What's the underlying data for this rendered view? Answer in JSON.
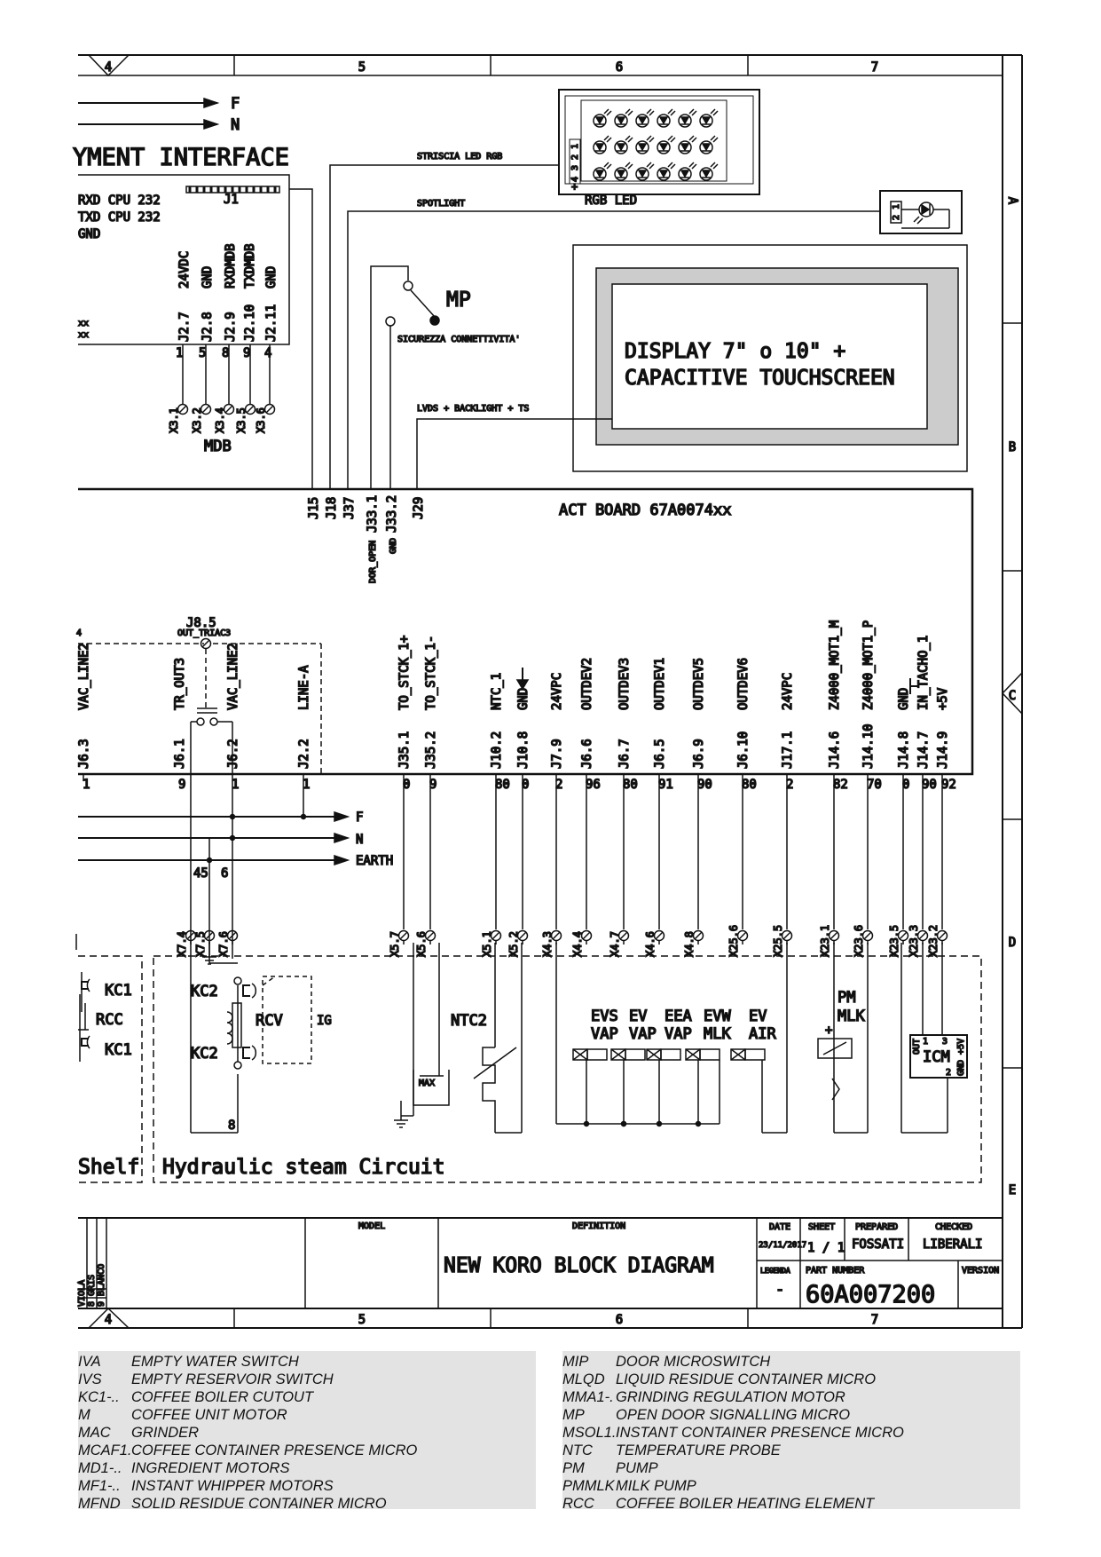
{
  "frame": {
    "cols": [
      "4",
      "5",
      "6",
      "7"
    ],
    "rows": [
      "A",
      "B",
      "C",
      "D",
      "E"
    ]
  },
  "top_left": {
    "arrow_f": "F",
    "arrow_n": "N",
    "interface_title": "YMENT INTERFACE",
    "connector": "J1",
    "signals": [
      "RXD CPU 232",
      "TXD CPU 232",
      "GND"
    ],
    "side_marks": [
      "xx",
      "xx"
    ]
  },
  "payment_pins": [
    {
      "sig": "24VDC",
      "pin": "J2.7",
      "wire": "1",
      "term": "X3.1"
    },
    {
      "sig": "GND",
      "pin": "J2.8",
      "wire": "5",
      "term": "X3.2"
    },
    {
      "sig": "RXDMDB",
      "pin": "J2.9",
      "wire": "8",
      "term": "X3.4"
    },
    {
      "sig": "TXDMDB",
      "pin": "J2.10",
      "wire": "9",
      "term": "X3.5"
    },
    {
      "sig": "GND",
      "pin": "J2.11",
      "wire": "4",
      "term": "X3.6"
    }
  ],
  "mdb_label": "MDB",
  "rgb": {
    "wire_label": "STRISCIA LED RGB",
    "box_label": "RGB LED",
    "pins": [
      "4",
      "3",
      "2",
      "1"
    ],
    "plus": "+"
  },
  "spotlight": {
    "wire_label": "SPOTLIGHT",
    "pins": [
      "1",
      "2"
    ]
  },
  "mp": {
    "label": "MP",
    "sub": "SICUREZZA CONNETTIVITA'"
  },
  "display": {
    "line1": "DISPLAY 7\" o 10\" +",
    "line2": "CAPACITIVE TOUCHSCREEN",
    "wire_label": "LVDS + BACKLIGHT + TS"
  },
  "act_board": {
    "title": "ACT BOARD 67A0074xx",
    "top_connectors": [
      "J15",
      "J18",
      "J37",
      "J33.1",
      "J33.2",
      "J29"
    ],
    "j33_sub": [
      "DOR_OPEN",
      "GND"
    ]
  },
  "triac": {
    "label": "J8.5",
    "sub": "OUT_TRIAC3",
    "left_mark": "4"
  },
  "bottom_pins": [
    {
      "sig": "VAC_LINE2",
      "pin": "J6.3",
      "wire": "1"
    },
    {
      "sig": "TR_OUT3",
      "pin": "J6.1",
      "wire": "9"
    },
    {
      "sig": "VAC_LINE2",
      "pin": "J6.2",
      "wire": "1"
    },
    {
      "sig": "LINE-A",
      "pin": "J2.2",
      "wire": "1"
    },
    {
      "sig": "TO_STCK_1+",
      "pin": "J35.1",
      "wire": "0"
    },
    {
      "sig": "TO_STCK_1-",
      "pin": "J35.2",
      "wire": "9"
    },
    {
      "sig": "NTC_1",
      "pin": "J10.2",
      "wire": "80"
    },
    {
      "sig": "GND",
      "pin": "J10.8",
      "wire": "0"
    },
    {
      "sig": "24VPC",
      "pin": "J7.9",
      "wire": "2"
    },
    {
      "sig": "OUTDEV2",
      "pin": "J6.6",
      "wire": "96"
    },
    {
      "sig": "OUTDEV3",
      "pin": "J6.7",
      "wire": "80"
    },
    {
      "sig": "OUTDEV1",
      "pin": "J6.5",
      "wire": "91"
    },
    {
      "sig": "OUTDEV5",
      "pin": "J6.9",
      "wire": "90"
    },
    {
      "sig": "OUTDEV6",
      "pin": "J6.10",
      "wire": "80"
    },
    {
      "sig": "24VPC",
      "pin": "J17.1",
      "wire": "2"
    },
    {
      "sig": "Z4000_MOT1_M",
      "pin": "J14.6",
      "wire": "82"
    },
    {
      "sig": "Z4000_MOT1_P",
      "pin": "J14.10",
      "wire": "70"
    },
    {
      "sig": "GND",
      "pin": "J14.8",
      "wire": "0"
    },
    {
      "sig": "IN_TACHO_1",
      "pin": "J14.7",
      "wire": "90"
    },
    {
      "sig": "+5V",
      "pin": "J14.9",
      "wire": "92"
    }
  ],
  "bus": {
    "f": "F",
    "n": "N",
    "earth": "EARTH",
    "wire45": "45",
    "wire6": "6",
    "wire8": "8"
  },
  "terminals": [
    "X7.4",
    "X7.5",
    "X7.6",
    "X5.7",
    "X5.6",
    "X5.1",
    "X5.2",
    "X4.3",
    "X4.4",
    "X4.7",
    "X4.6",
    "X4.8",
    "X25.6",
    "X25.5",
    "X23.1",
    "X23.6",
    "X23.5",
    "X23.3",
    "X23.2"
  ],
  "components": {
    "kc1_top": "KC1",
    "rcc": "RCC",
    "kc1_bot": "KC1",
    "kc2_top": "KC2",
    "rcv": "RCV",
    "ig": "IG",
    "kc2_bot": "KC2",
    "max": "MAX",
    "ntc2": "NTC2",
    "valves": [
      [
        "EVS",
        "VAP"
      ],
      [
        "EV",
        "VAP"
      ],
      [
        "EEA",
        "VAP"
      ],
      [
        "EVW",
        "MLK"
      ],
      [
        "EV",
        "AIR"
      ]
    ],
    "pm": [
      "PM",
      "MLK"
    ],
    "icm": {
      "name": "ICM",
      "out": "OUT",
      "p1": "1",
      "p2": "2",
      "p3": "3",
      "side": "GND +5V"
    }
  },
  "sections": {
    "shelf": "Shelf",
    "hydraulic": "Hydraulic steam Circuit"
  },
  "title_block": {
    "model_label": "MODEL",
    "definition_label": "DEFINITION",
    "definition": "NEW KORO BLOCK DIAGRAM",
    "date_label": "DATE",
    "date": "23/11/2017",
    "sheet_label": "SHEET",
    "sheet": "1 / 1",
    "prepared_label": "PREPARED",
    "prepared": "FOSSATI",
    "checked_label": "CHECKED",
    "checked": "LIBERALI",
    "legenda_label": "LEGENDA",
    "legenda": "-",
    "part_label": "PART NUMBER",
    "part": "60A007200",
    "version_label": "VERSION",
    "color_codes": [
      "8 GRIS",
      "9 BLANCO",
      "VIOLA"
    ]
  },
  "legend_left": [
    {
      "code": "IVA",
      "text": "EMPTY WATER SWITCH"
    },
    {
      "code": "IVS",
      "text": "EMPTY RESERVOIR SWITCH"
    },
    {
      "code": "KC1-..",
      "text": "COFFEE BOILER CUTOUT"
    },
    {
      "code": "M",
      "text": "COFFEE UNIT MOTOR"
    },
    {
      "code": "MAC",
      "text": "GRINDER"
    },
    {
      "code": "MCAF1.",
      "text": "COFFEE CONTAINER PRESENCE MICRO"
    },
    {
      "code": "MD1-..",
      "text": "INGREDIENT MOTORS"
    },
    {
      "code": "MF1-..",
      "text": "INSTANT WHIPPER MOTORS"
    },
    {
      "code": "MFND",
      "text": "SOLID RESIDUE CONTAINER MICRO"
    }
  ],
  "legend_right": [
    {
      "code": "MIP",
      "text": "DOOR MICROSWITCH"
    },
    {
      "code": "MLQD",
      "text": "LIQUID RESIDUE CONTAINER MICRO"
    },
    {
      "code": "MMA1-.",
      "text": "GRINDING REGULATION MOTOR"
    },
    {
      "code": "MP",
      "text": "OPEN DOOR SIGNALLING MICRO"
    },
    {
      "code": "MSOL1.",
      "text": "INSTANT CONTAINER PRESENCE MICRO"
    },
    {
      "code": "NTC",
      "text": "TEMPERATURE PROBE"
    },
    {
      "code": "PM",
      "text": "PUMP"
    },
    {
      "code": "PMMLK",
      "text": "MILK PUMP"
    },
    {
      "code": "RCC",
      "text": "COFFEE BOILER HEATING ELEMENT"
    }
  ]
}
